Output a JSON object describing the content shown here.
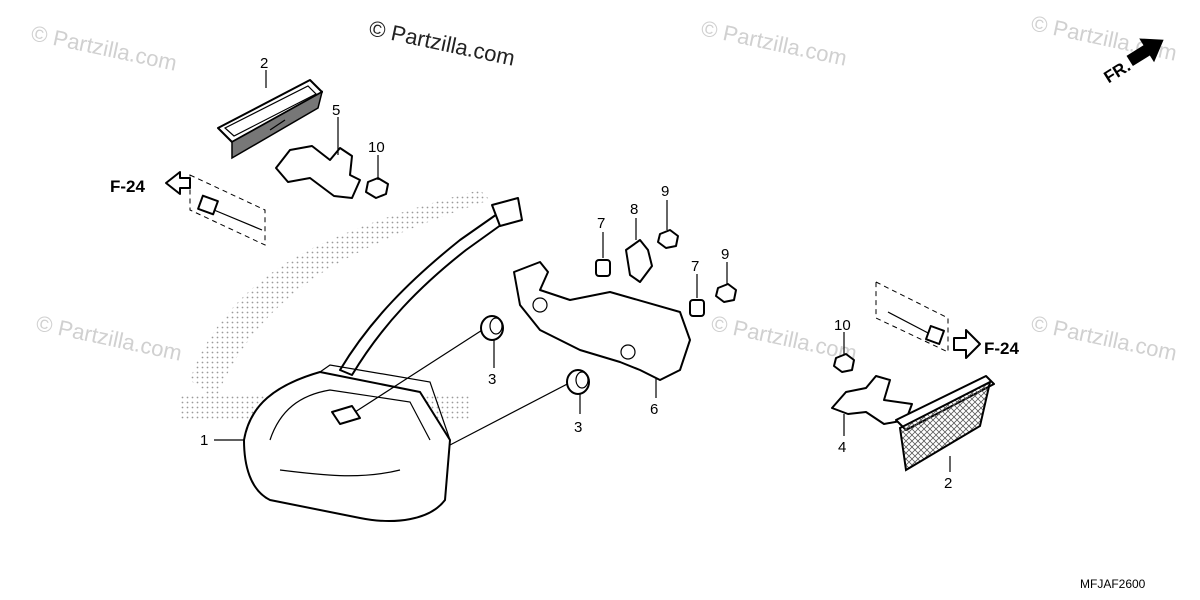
{
  "copyright": "© Partzilla.com",
  "watermarks": [
    "© Partzilla.com",
    "© Partzilla.com",
    "© Partzilla.com",
    "© Partzilla.com",
    "© Partzilla.com",
    "© Partzilla.com"
  ],
  "direction_label": "FR.",
  "ref_left": "F-24",
  "ref_right": "F-24",
  "diagram_code": "MFJAF2600",
  "callouts": {
    "c1": "1",
    "c2_top": "2",
    "c2_bottom": "2",
    "c3_a": "3",
    "c3_b": "3",
    "c4": "4",
    "c5": "5",
    "c6": "6",
    "c7_a": "7",
    "c7_b": "7",
    "c8": "8",
    "c9_a": "9",
    "c9_b": "9",
    "c10_left": "10",
    "c10_right": "10"
  }
}
